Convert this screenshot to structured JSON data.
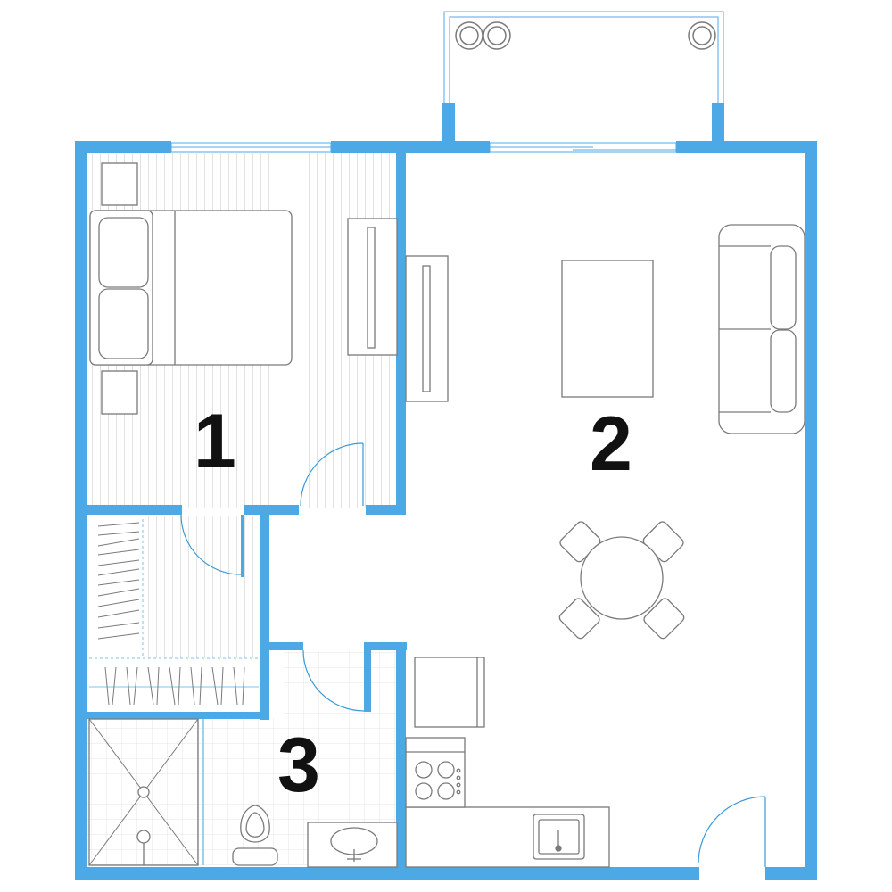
{
  "colors": {
    "wall": "#4DA9E5",
    "door": "#3A9AD9",
    "furniture": "#7A7A7A",
    "floor_lines": "#D9D9D9",
    "text": "#111111",
    "background": "#FFFFFF"
  },
  "rooms": [
    {
      "id": "bedroom",
      "label": "1"
    },
    {
      "id": "living-kitchen",
      "label": "2"
    },
    {
      "id": "bathroom",
      "label": "3"
    }
  ],
  "fixtures": [
    "bed-icon",
    "nightstand-icon",
    "dresser-icon",
    "tv-stand-icon",
    "coffee-table-icon",
    "sofa-icon",
    "dining-table-icon",
    "chair-icon",
    "refrigerator-icon",
    "stove-icon",
    "kitchen-sink-icon",
    "toilet-icon",
    "bathroom-sink-icon",
    "shower-icon",
    "closet-icon",
    "plant-icon"
  ]
}
